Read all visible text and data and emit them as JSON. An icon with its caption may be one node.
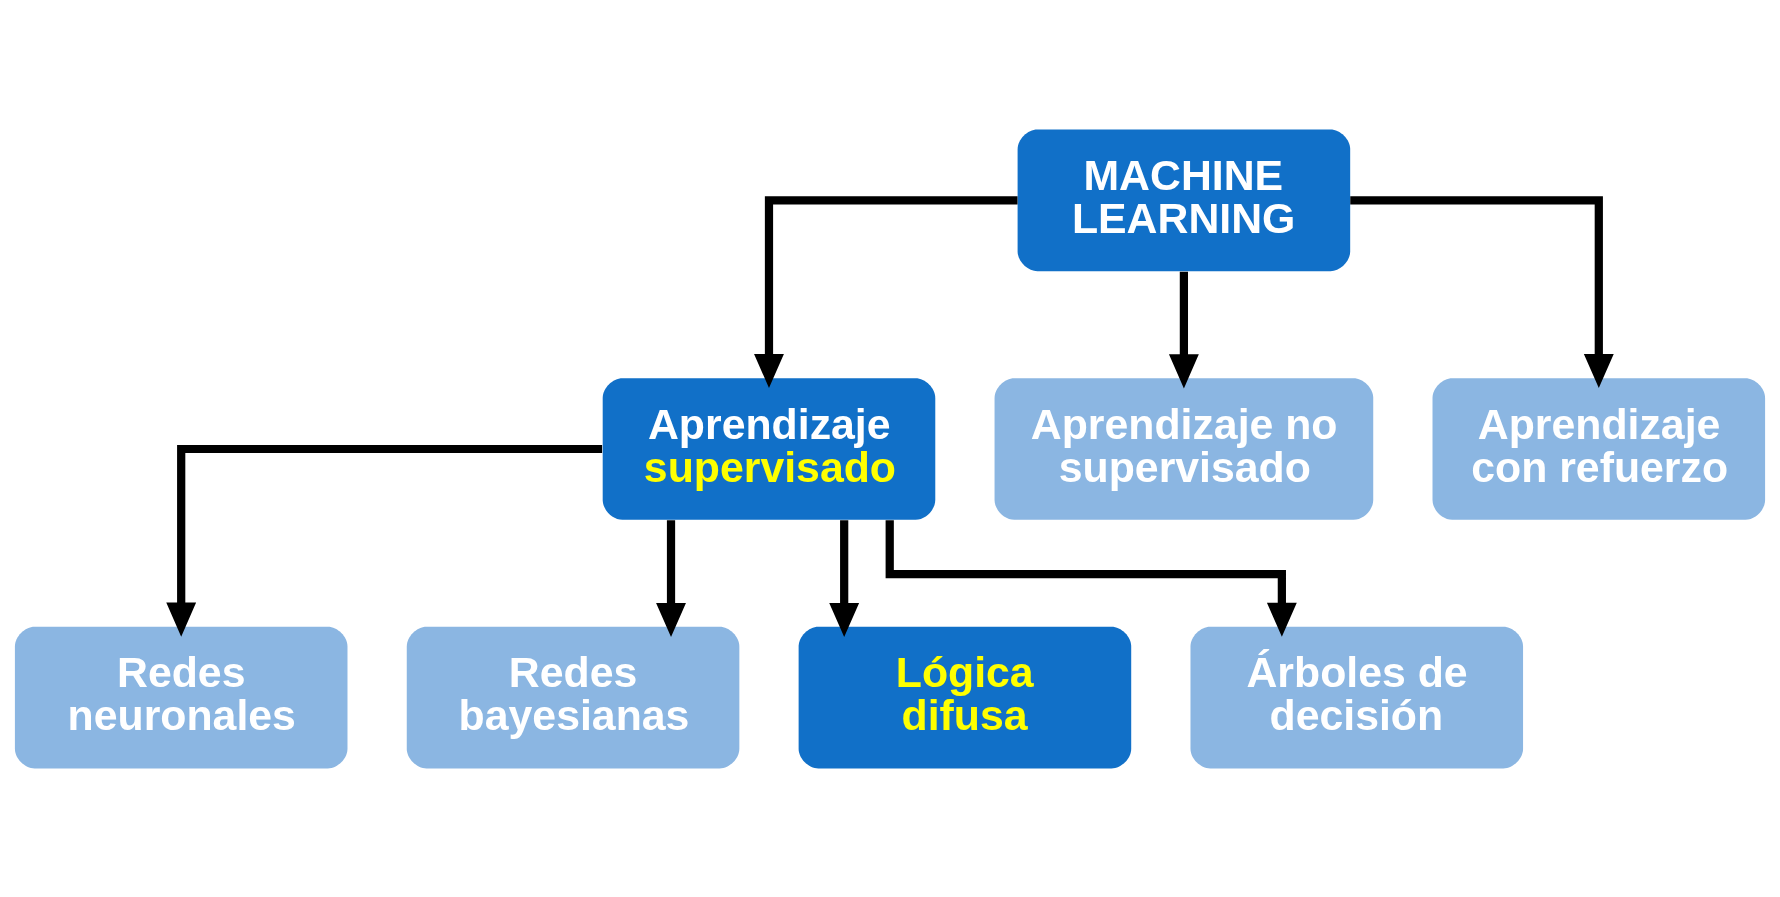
{
  "diagram": {
    "nodes": [
      {
        "text": [
          "MACHINE LEARNING"
        ]
      },
      {
        "text": [
          "Aprendizaje",
          "supervisado"
        ]
      },
      {
        "text": [
          "Aprendizaje no supervisado"
        ]
      },
      {
        "text": [
          "Aprendizaje con refuerzo"
        ]
      },
      {
        "text": [
          "Redes neuronales"
        ]
      },
      {
        "text": [
          "Redes bayesianas"
        ]
      },
      {
        "text": [
          "Lógica difusa"
        ]
      },
      {
        "text": [
          "Árboles de decisión"
        ]
      }
    ],
    "edges": [
      {
        "from": 0,
        "to": 1,
        "arrow": "to"
      },
      {
        "from": 0,
        "to": 2,
        "arrow": "to"
      },
      {
        "from": 0,
        "to": 3,
        "arrow": "to"
      },
      {
        "from": 1,
        "to": 4,
        "arrow": "to"
      },
      {
        "from": 1,
        "to": 5,
        "arrow": "to"
      },
      {
        "from": 1,
        "to": 6,
        "arrow": "to"
      },
      {
        "from": 1,
        "to": 7,
        "arrow": "to"
      }
    ]
  }
}
